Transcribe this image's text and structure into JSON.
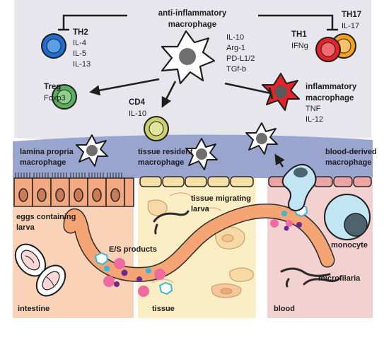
{
  "immune": {
    "anti_inflammatory": {
      "line1": "anti-inflammatory",
      "line2": "macrophage",
      "markers": [
        "IL-10",
        "Arg-1",
        "PD-L1/2",
        "TGf-b"
      ]
    },
    "th2": {
      "title": "TH2",
      "markers": [
        "IL-4",
        "IL-5",
        "IL-13"
      ]
    },
    "th1": {
      "title": "TH1",
      "marker": "IFNg"
    },
    "th17": {
      "title": "TH17",
      "marker": "IL-17"
    },
    "treg": {
      "title": "Treg",
      "marker": "Foxp3"
    },
    "cd4": {
      "title": "CD4",
      "marker": "IL-10"
    },
    "inflammatory": {
      "line1": "inflammatory",
      "line2": "macrophage",
      "markers": [
        "TNF",
        "IL-12"
      ]
    }
  },
  "macrophages": {
    "lamina_propria": {
      "line1": "lamina propria",
      "line2": "macrophage"
    },
    "tissue_resident": {
      "line1": "tissue resident",
      "line2": "macrophage"
    },
    "blood_derived": {
      "line1": "blood-derived",
      "line2": "macrophage"
    }
  },
  "compartments": {
    "eggs": {
      "line1": "eggs containing",
      "line2": "larva"
    },
    "es_products": "E/S products",
    "tissue_migrating": {
      "line1": "tissue migrating",
      "line2": "larva"
    },
    "monocyte": "monocyte",
    "microfilaria": "microfilaria",
    "intestine": "intestine",
    "tissue": "tissue",
    "blood": "blood"
  },
  "colors": {
    "top_panel": "#e7e6ec",
    "epithelium_band": "#9aa5cf",
    "intestine_bg": "#f9d2b8",
    "tissue_bg": "#fbedc4",
    "blood_bg": "#f4d1d1",
    "worm": "#f5a473",
    "th2_cell": "#1f6fd0",
    "treg_cell": "#5cae5e",
    "cd4_cell": "#c9d06d",
    "th1_cell": "#e4232b",
    "th17_cell": "#f4a11c",
    "inflammatory_macrophage": "#e5232a",
    "es_pink": "#f06aa2",
    "es_purple": "#6b2a8f",
    "es_cyan": "#3ab7d6"
  }
}
